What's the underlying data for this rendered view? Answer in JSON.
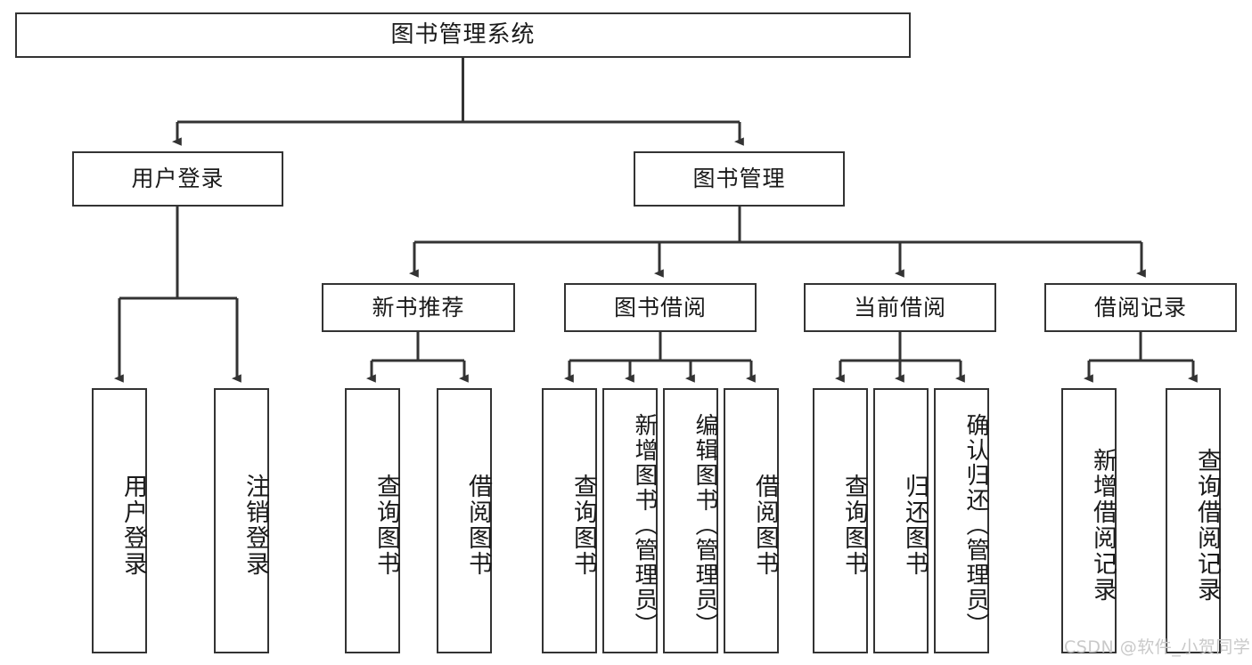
{
  "diagram": {
    "title": "图书管理系统",
    "type": "tree-hierarchy",
    "root": {
      "label": "图书管理系统"
    },
    "level2": [
      {
        "label": "用户登录"
      },
      {
        "label": "图书管理"
      }
    ],
    "level3": [
      {
        "label": "新书推荐"
      },
      {
        "label": "图书借阅"
      },
      {
        "label": "当前借阅"
      },
      {
        "label": "借阅记录"
      }
    ],
    "leaves": {
      "user_login": [
        {
          "label": "用户登录"
        },
        {
          "label": "注销登录"
        }
      ],
      "new_book_recommend": [
        {
          "label": "查询图书"
        },
        {
          "label": "借阅图书"
        }
      ],
      "book_borrow": [
        {
          "label": "查询图书"
        },
        {
          "label": "新增图书（管理员）"
        },
        {
          "label": "编辑图书（管理员）"
        },
        {
          "label": "借阅图书"
        }
      ],
      "current_borrow": [
        {
          "label": "查询图书"
        },
        {
          "label": "归还图书"
        },
        {
          "label": "确认归还（管理员）"
        }
      ],
      "borrow_record": [
        {
          "label": "新增借阅记录"
        },
        {
          "label": "查询借阅记录"
        }
      ]
    },
    "watermark": "CSDN @软件_小贺同学",
    "colors": {
      "box_border": "#333333",
      "box_fill": "#ffffff",
      "connector": "#333333",
      "text": "#1a1a1a",
      "watermark": "#c9c9c9"
    }
  }
}
